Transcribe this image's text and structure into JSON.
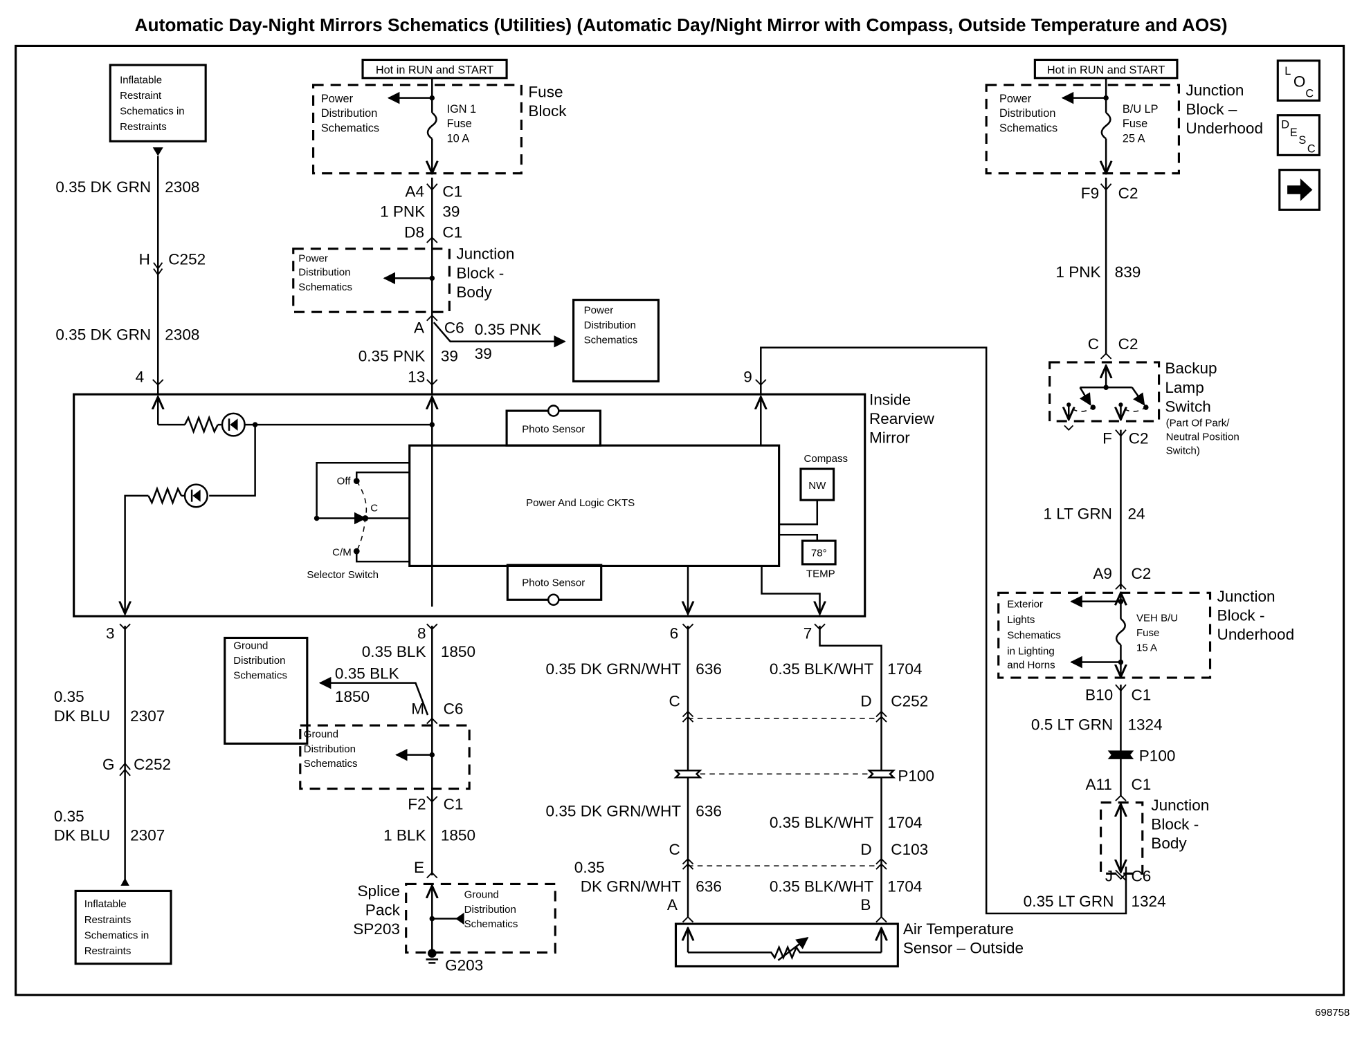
{
  "title": "Automatic Day-Night Mirrors Schematics (Utilities) (Automatic Day/Night Mirror with Compass, Outside Temperature and AOS)",
  "figure_id": "698758",
  "nav_icons": {
    "loc": {
      "name": "location-icon",
      "text": "LOC"
    },
    "desc": {
      "name": "description-icon",
      "text": "DESC"
    },
    "next": {
      "name": "next-arrow-icon",
      "text": "→"
    }
  },
  "restraints_top": {
    "lines": [
      "Inflatable",
      "Restraint",
      "Schematics in",
      "Restraints"
    ]
  },
  "restraints_bottom": {
    "lines": [
      "Inflatable",
      "Restraints",
      "Schematics in",
      "Restraints"
    ]
  },
  "fuse_block": {
    "hot_label": "Hot in RUN and START",
    "pds_lines": [
      "Power",
      "Distribution",
      "Schematics"
    ],
    "fuse_lines": [
      "IGN 1",
      "Fuse",
      "10 A"
    ],
    "name_lines": [
      "Fuse",
      "Block"
    ]
  },
  "junction_underhood_top": {
    "hot_label": "Hot in RUN and START",
    "pds_lines": [
      "Power",
      "Distribution",
      "Schematics"
    ],
    "fuse_lines": [
      "B/U LP",
      "Fuse",
      "25 A"
    ],
    "name_lines": [
      "Junction",
      "Block –",
      "Underhood"
    ]
  },
  "junction_body_left": {
    "pds_lines": [
      "Power",
      "Distribution",
      "Schematics"
    ],
    "name_lines": [
      "Junction",
      "Block -",
      "Body"
    ]
  },
  "pds_box_right": {
    "lines": [
      "Power",
      "Distribution",
      "Schematics"
    ]
  },
  "wires": {
    "left_top": {
      "gauge": "0.35 DK GRN",
      "circuit": "2308"
    },
    "left_top2": {
      "gauge": "0.35 DK GRN",
      "circuit": "2308"
    },
    "left_conn_H": {
      "pin": "H",
      "conn": "C252"
    },
    "ign_a4": {
      "pin": "A4",
      "conn": "C1"
    },
    "ign_wire": {
      "gauge": "1 PNK",
      "circuit": "39"
    },
    "ign_d8": {
      "pin": "D8",
      "conn": "C1"
    },
    "jb_a": {
      "pin": "A",
      "conn": "C6"
    },
    "branch_pnk": {
      "gauge": "0.35 PNK",
      "circuit": "39"
    },
    "main_pnk": {
      "gauge": "0.35 PNK",
      "circuit": "39"
    },
    "bu_f9": {
      "pin": "F9",
      "conn": "C2"
    },
    "bu_wire": {
      "gauge": "1 PNK",
      "circuit": "839"
    },
    "bls_c": {
      "pin": "C",
      "conn": "C2"
    },
    "bls_f": {
      "pin": "F",
      "conn": "C2"
    },
    "ltgrn24": {
      "gauge": "1 LT GRN",
      "circuit": "24"
    },
    "jbu_a9": {
      "pin": "A9",
      "conn": "C2"
    },
    "jbu_b10": {
      "pin": "B10",
      "conn": "C1"
    },
    "ltgrn1324a": {
      "gauge": "0.5 LT GRN",
      "circuit": "1324"
    },
    "p100_right": "P100",
    "jbb_a11": {
      "pin": "A11",
      "conn": "C1"
    },
    "jbb_j": {
      "pin": "J",
      "conn": "C6"
    },
    "ltgrn1324b": {
      "gauge": "0.35 LT GRN",
      "circuit": "1324"
    },
    "dkblu1": {
      "gauge_l1": "0.35",
      "gauge_l2": "DK BLU",
      "circuit": "2307"
    },
    "dkblu_g": {
      "pin": "G",
      "conn": "C252"
    },
    "dkblu2": {
      "gauge_l1": "0.35",
      "gauge_l2": "DK BLU",
      "circuit": "2307"
    },
    "blk8": {
      "gauge": "0.35 BLK",
      "circuit": "1850"
    },
    "blk_branch": {
      "gauge": "0.35 BLK",
      "circuit": "1850"
    },
    "blk_m": {
      "pin": "M",
      "conn": "C6"
    },
    "blk_f2": {
      "pin": "F2",
      "conn": "C1"
    },
    "blk1": {
      "gauge": "1 BLK",
      "circuit": "1850"
    },
    "blk_e": "E",
    "dkgrnwht1": {
      "gauge": "0.35 DK GRN/WHT",
      "circuit": "636"
    },
    "dkgrnwht2": {
      "gauge": "0.35 DK GRN/WHT",
      "circuit": "636"
    },
    "dkgrnwht3": {
      "gauge_l1": "0.35",
      "gauge_l2": "DK GRN/WHT",
      "circuit": "636"
    },
    "blkwht1": {
      "gauge": "0.35 BLK/WHT",
      "circuit": "1704"
    },
    "blkwht2": {
      "gauge": "0.35 BLK/WHT",
      "circuit": "1704"
    },
    "blkwht3": {
      "gauge": "0.35 BLK/WHT",
      "circuit": "1704"
    },
    "c252_c": "C",
    "c252_d": "D",
    "c252": "C252",
    "p100_mid": "P100",
    "c103_c": "C",
    "c103_d": "D",
    "c103": "C103",
    "sensor_a": "A",
    "sensor_b": "B"
  },
  "mirror": {
    "name_lines": [
      "Inside",
      "Rearview",
      "Mirror"
    ],
    "pins": {
      "p4": "4",
      "p13": "13",
      "p9": "9",
      "p3": "3",
      "p8": "8",
      "p6": "6",
      "p7": "7"
    },
    "photo_sensor_top": "Photo Sensor",
    "photo_sensor_bottom": "Photo Sensor",
    "logic": "Power And Logic CKTS",
    "compass_label": "Compass",
    "compass_value": "NW",
    "temp_value": "78°",
    "temp_label": "TEMP",
    "switch": {
      "off": "Off",
      "c": "C",
      "cm": "C/M",
      "label": "Selector Switch"
    }
  },
  "ground_box_left": {
    "lines": [
      "Ground",
      "Distribution",
      "Schematics"
    ]
  },
  "ground_junction": {
    "lines": [
      "Ground",
      "Distribution",
      "Schematics"
    ]
  },
  "splice_pack": {
    "name_lines": [
      "Splice",
      "Pack",
      "SP203"
    ],
    "gds_lines": [
      "Ground",
      "Distribution",
      "Schematics"
    ],
    "ground": "G203"
  },
  "backup_switch": {
    "name_lines": [
      "Backup",
      "Lamp",
      "Switch"
    ],
    "note_lines": [
      "(Part Of Park/",
      "Neutral Position",
      "Switch)"
    ]
  },
  "junction_underhood_bottom": {
    "ext_lines": [
      "Exterior",
      "Lights",
      "Schematics",
      "in Lighting",
      "and Horns"
    ],
    "fuse_lines": [
      "VEH B/U",
      "Fuse",
      "15 A"
    ],
    "name_lines": [
      "Junction",
      "Block -",
      "Underhood"
    ]
  },
  "junction_body_right": {
    "name_lines": [
      "Junction",
      "Block -",
      "Body"
    ]
  },
  "air_sensor": {
    "name_lines": [
      "Air Temperature",
      "Sensor – Outside"
    ]
  }
}
